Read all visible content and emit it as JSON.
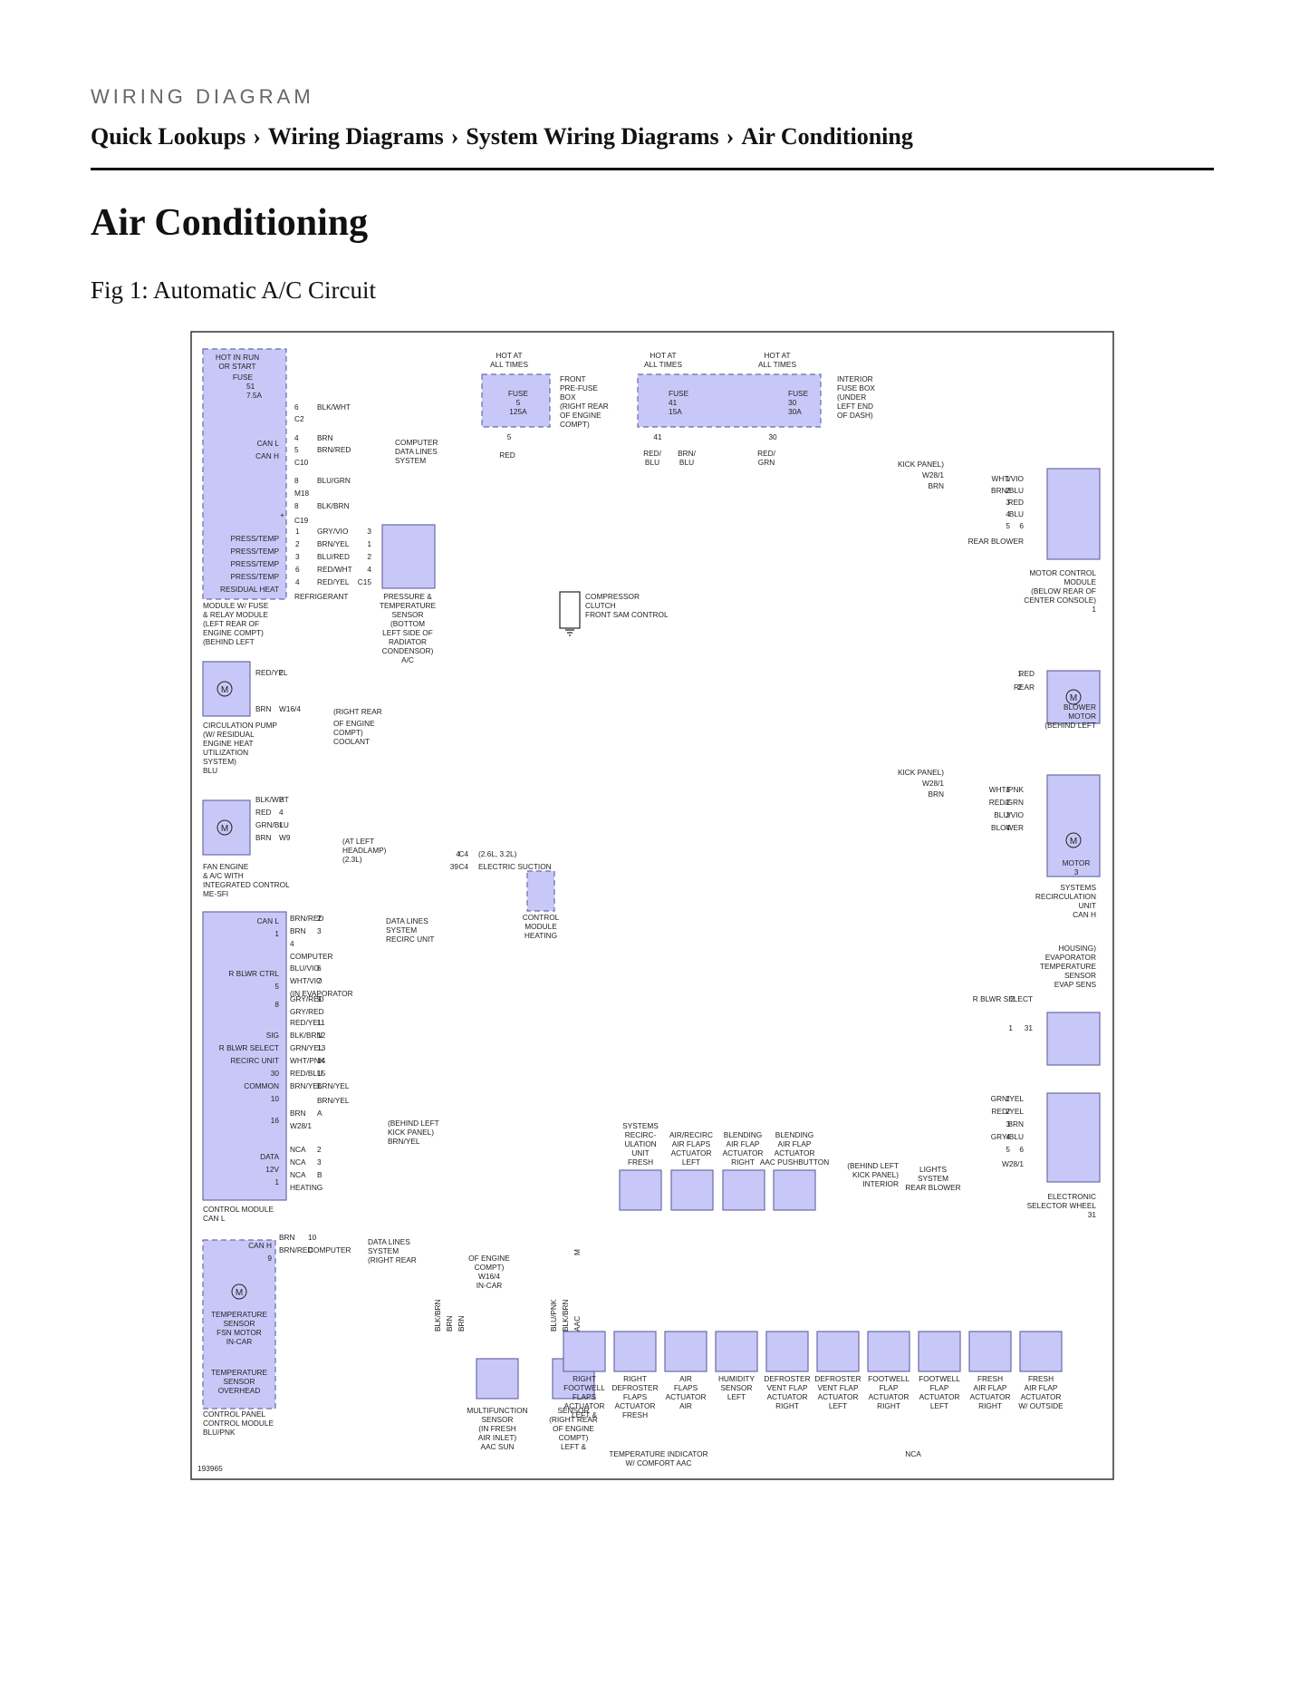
{
  "header": {
    "eyebrow": "WIRING DIAGRAM",
    "breadcrumb": [
      "Quick Lookups",
      "Wiring Diagrams",
      "System Wiring Diagrams",
      "Air Conditioning"
    ],
    "separator": "›"
  },
  "page_title": "Air Conditioning",
  "figure_caption": "Fig 1: Automatic A/C Circuit",
  "colors": {
    "module_fill": "#c8c8f8",
    "module_stroke": "#6a6aa8",
    "frame_stroke": "#333333"
  },
  "diagram": {
    "figure_id": "193965",
    "texts": [
      "HOT IN RUN",
      "OR START",
      "FUSE",
      "51",
      "7.5A",
      "HOT AT",
      "ALL TIMES",
      "HOT AT",
      "ALL TIMES",
      "HOT AT",
      "ALL TIMES",
      "FUSE",
      "5",
      "125A",
      "FRONT",
      "PRE-FUSE",
      "BOX",
      "(RIGHT REAR",
      "OF ENGINE",
      "COMPT)",
      "FUSE",
      "41",
      "15A",
      "FUSE",
      "30",
      "30A",
      "INTERIOR",
      "FUSE BOX",
      "(UNDER",
      "LEFT END",
      "OF DASH)",
      "5",
      "41",
      "30",
      "6",
      "BLK/WHT",
      "C2",
      "CAN L",
      "CAN H",
      "4",
      "BRN",
      "5",
      "BRN/RED",
      "C10",
      "COMPUTER",
      "DATA LINES",
      "SYSTEM",
      "8",
      "BLU/GRN",
      "M18",
      "8",
      "BLK/BRN",
      "+",
      "C19",
      "RED",
      "RED/",
      "BLU",
      "BRN/",
      "BLU",
      "RED/",
      "GRN",
      "PRESS/TEMP",
      "PRESS/TEMP",
      "PRESS/TEMP",
      "PRESS/TEMP",
      "RESIDUAL HEAT",
      "1",
      "GRY/VIO",
      "3",
      "2",
      "BRN/YEL",
      "1",
      "3",
      "BLU/RED",
      "2",
      "6",
      "RED/WHT",
      "4",
      "4",
      "RED/YEL",
      "C15",
      "REFRIGERANT",
      "PRESSURE &",
      "TEMPERATURE",
      "SENSOR",
      "(BOTTOM",
      "LEFT SIDE OF",
      "RADIATOR",
      "CONDENSOR)",
      "A/C",
      "COMPRESSOR",
      "CLUTCH",
      "FRONT SAM CONTROL",
      "MODULE W/ FUSE",
      "& RELAY MODULE",
      "(LEFT REAR OF",
      "ENGINE COMPT)",
      "(BEHIND LEFT",
      "KICK PANEL)",
      "W28/1",
      "BRN",
      "1",
      "WHT/VIO",
      "2",
      "BRN/BLU",
      "3",
      "RED",
      "4",
      "BLU",
      "5",
      "6",
      "REAR BLOWER",
      "MOTOR CONTROL",
      "MODULE",
      "(BELOW REAR OF",
      "CENTER CONSOLE)",
      "1",
      "RED/YEL",
      "2",
      "BRN",
      "W16/4",
      "(RIGHT REAR",
      "OF ENGINE",
      "COMPT)",
      "COOLANT",
      "CIRCULATION PUMP",
      "(W/ RESIDUAL",
      "ENGINE HEAT",
      "UTILIZATION",
      "SYSTEM)",
      "BLU",
      "1",
      "RED",
      "2",
      "REAR",
      "BLOWER",
      "MOTOR",
      "(BEHIND LEFT",
      "KICK PANEL)",
      "W28/1",
      "BRN",
      "1",
      "WHT/PNK",
      "2",
      "RED/GRN",
      "3",
      "BLU/VIO",
      "4",
      "BLOWER",
      "MOTOR",
      "3",
      "BLK/WHT",
      "2",
      "RED",
      "4",
      "GRN/BLU",
      "1",
      "BRN",
      "W9",
      "(AT LEFT",
      "HEADLAMP)",
      "(2.3L)",
      "4",
      "C4",
      "(2.6L, 3.2L)",
      "39",
      "C4",
      "ELECTRIC SUCTION",
      "FAN ENGINE",
      "& A/C WITH",
      "INTEGRATED CONTROL",
      "ME-SFI",
      "CONTROL",
      "MODULE",
      "HEATING",
      "SYSTEMS",
      "RECIRCULATION",
      "UNIT",
      "CAN H",
      "CAN L",
      "1",
      "BRN/RED",
      "2",
      "BRN",
      "3",
      "4",
      "COMPUTER",
      "DATA LINES",
      "SYSTEM",
      "RECIRC UNIT",
      "R BLWR CTRL",
      "5",
      "BLU/VIO",
      "6",
      "WHT/VIO",
      "7",
      "(IN EVAPORATOR",
      "HOUSING)",
      "EVAPORATOR",
      "TEMPERATURE",
      "SENSOR",
      "EVAP SENS",
      "8",
      "GRY/RED",
      "9",
      "GRY/RED",
      "2",
      "R BLWR SELECT",
      "SIG",
      "R BLWR SELECT",
      "RECIRC UNIT",
      "30",
      "COMMON",
      "10",
      "RED/YEL",
      "11",
      "BLK/BRN",
      "12",
      "GRN/YEL",
      "13",
      "WHT/PNK",
      "14",
      "RED/BLU",
      "15",
      "BRN/YEL",
      "BRN/YEL",
      "BRN/YEL",
      "1",
      "31",
      "16",
      "BRN",
      "A",
      "W28/1",
      "(BEHIND LEFT",
      "KICK PANEL)",
      "BRN/YEL",
      "1",
      "GRN/YEL",
      "2",
      "RED/YEL",
      "3",
      "BRN",
      "4",
      "GRY/BLU",
      "5",
      "6",
      "W28/1",
      "(BEHIND LEFT",
      "KICK PANEL)",
      "INTERIOR",
      "LIGHTS",
      "SYSTEM",
      "REAR BLOWER",
      "ELECTRONIC",
      "SELECTOR WHEEL",
      "31",
      "DATA",
      "12V",
      "1",
      "NCA",
      "2",
      "NCA",
      "3",
      "NCA",
      "B",
      "HEATING",
      "SYSTEMS",
      "RECIRC-",
      "ULATION",
      "UNIT",
      "FRESH",
      "AIR/RECIRC",
      "AIR FLAPS",
      "ACTUATOR",
      "LEFT",
      "BLENDING",
      "AIR FLAP",
      "ACTUATOR",
      "RIGHT",
      "BLENDING",
      "AIR FLAP",
      "ACTUATOR",
      "AAC PUSHBUTTON",
      "CONTROL MODULE",
      "CAN L",
      "CAN H",
      "9",
      "BRN",
      "10",
      "BRN/RED",
      "COMPUTER",
      "DATA LINES",
      "SYSTEM",
      "(RIGHT REAR",
      "OF ENGINE",
      "COMPT)",
      "W16/4",
      "IN-CAR",
      "TEMPERATURE",
      "SENSOR",
      "FSN MOTOR",
      "IN-CAR",
      "TEMPERATURE",
      "SENSOR",
      "OVERHEAD",
      "CONTROL PANEL",
      "CONTROL MODULE",
      "BLU/PNK",
      "BLK/BRN",
      "BRN",
      "BRN",
      "BLU/PNK",
      "BLK/BRN",
      "AAC",
      "MULTIFUNCTION",
      "SENSOR",
      "(IN FRESH",
      "AIR INLET)",
      "AAC SUN",
      "SENSOR",
      "(RIGHT REAR",
      "OF ENGINE",
      "COMPT)",
      "LEFT &",
      "RIGHT",
      "FOOTWELL",
      "FLAPS",
      "ACTUATOR",
      "LEFT &",
      "RIGHT",
      "DEFROSTER",
      "FLAPS",
      "ACTUATOR",
      "FRESH",
      "AIR",
      "FLAPS",
      "ACTUATOR",
      "AIR",
      "HUMIDITY",
      "SENSOR",
      "LEFT",
      "DEFROSTER",
      "VENT FLAP",
      "ACTUATOR",
      "RIGHT",
      "DEFROSTER",
      "VENT FLAP",
      "ACTUATOR",
      "LEFT",
      "FOOTWELL",
      "FLAP",
      "ACTUATOR",
      "RIGHT",
      "FOOTWELL",
      "FLAP",
      "ACTUATOR",
      "LEFT",
      "FRESH",
      "AIR FLAP",
      "ACTUATOR",
      "RIGHT",
      "FRESH",
      "AIR FLAP",
      "ACTUATOR",
      "W/ OUTSIDE",
      "TEMPERATURE INDICATOR",
      "W/ COMFORT AAC",
      "NCA",
      "M"
    ]
  }
}
